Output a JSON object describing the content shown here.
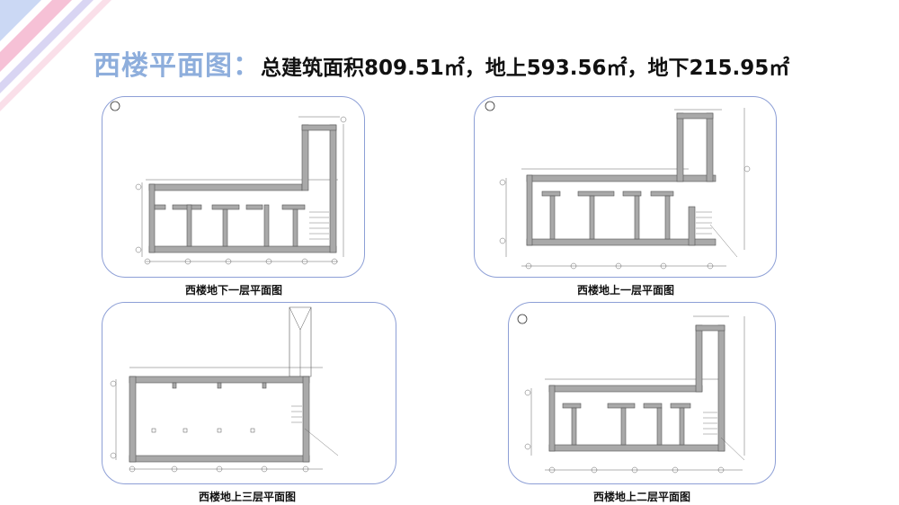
{
  "title": {
    "key": "西楼平面图：",
    "rest": "总建筑面积809.51㎡，地上593.56㎡，地下215.95㎡"
  },
  "plans": [
    {
      "caption": "西楼地下一层平面图"
    },
    {
      "caption": "西楼地上一层平面图"
    },
    {
      "caption": "西楼地上三层平面图"
    },
    {
      "caption": "西楼地上二层平面图"
    }
  ],
  "colors": {
    "accent_blue": "#8eaedc",
    "panel_border": "#8d9fd6",
    "wall_gray": "#a9a9a9",
    "deco_pink": "#f4b6cf",
    "deco_blue": "#b9cbf0"
  }
}
